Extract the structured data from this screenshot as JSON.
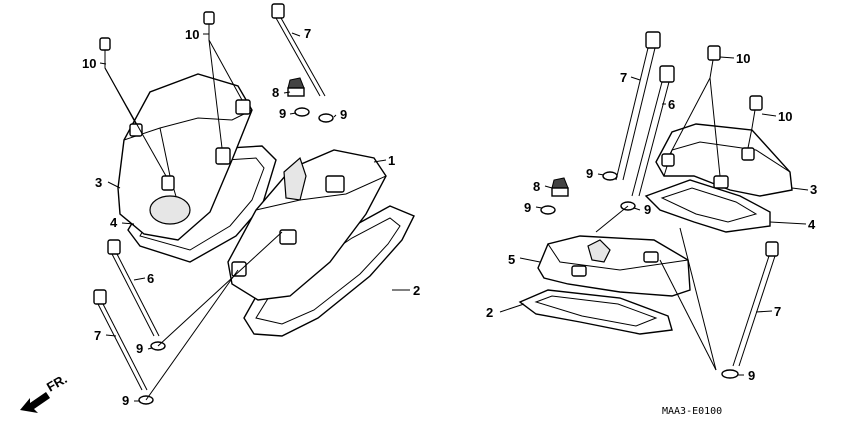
{
  "diagram": {
    "code": "MAA3-E0100",
    "direction_label": "FR.",
    "left_callouts": [
      {
        "text": "10"
      },
      {
        "text": "10"
      },
      {
        "text": "7"
      },
      {
        "text": "8"
      },
      {
        "text": "9"
      },
      {
        "text": "9"
      },
      {
        "text": "1"
      },
      {
        "text": "3"
      },
      {
        "text": "4"
      },
      {
        "text": "6"
      },
      {
        "text": "2"
      },
      {
        "text": "7"
      },
      {
        "text": "9"
      },
      {
        "text": "9"
      }
    ],
    "right_callouts": [
      {
        "text": "7"
      },
      {
        "text": "10"
      },
      {
        "text": "6"
      },
      {
        "text": "10"
      },
      {
        "text": "9"
      },
      {
        "text": "3"
      },
      {
        "text": "8"
      },
      {
        "text": "9"
      },
      {
        "text": "9"
      },
      {
        "text": "4"
      },
      {
        "text": "5"
      },
      {
        "text": "2"
      },
      {
        "text": "7"
      },
      {
        "text": "9"
      }
    ]
  }
}
